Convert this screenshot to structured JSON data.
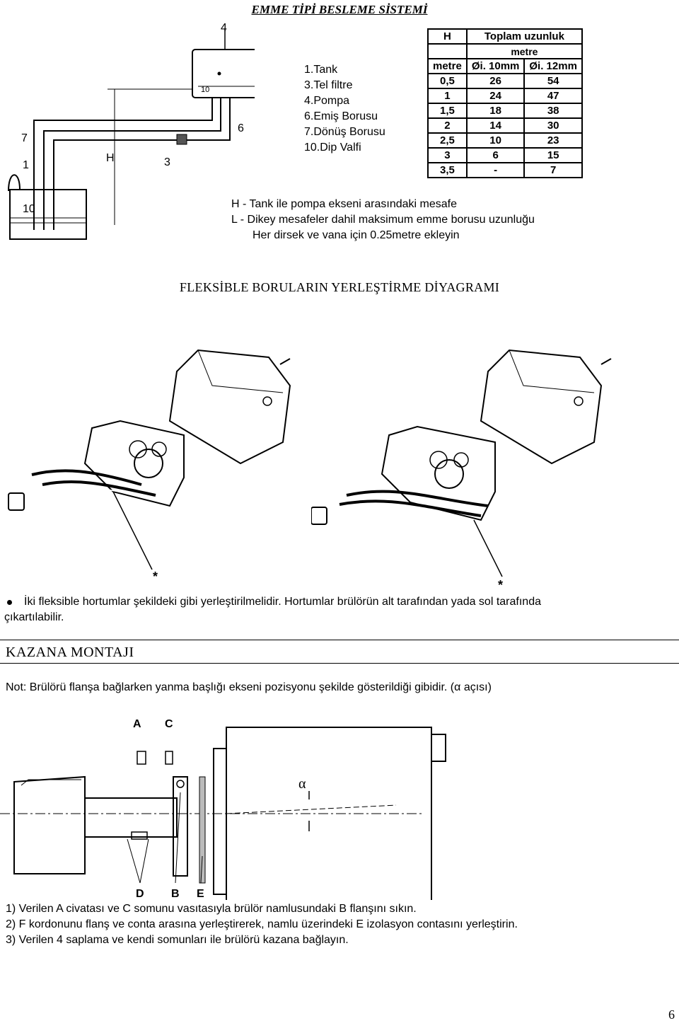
{
  "title": "EMME TİPİ BESLEME SİSTEMİ",
  "legend": [
    "1.Tank",
    "3.Tel filtre",
    "4.Pompa",
    "6.Emiş Borusu",
    "7.Dönüş Borusu",
    "10.Dip Valfi"
  ],
  "table": {
    "h_label": "H",
    "h_unit": "metre",
    "total_label": "Toplam uzunluk",
    "total_unit": "metre",
    "col1": "Øi. 10mm",
    "col2": "Øi. 12mm",
    "rows": [
      [
        "0,5",
        "26",
        "54"
      ],
      [
        "1",
        "24",
        "47"
      ],
      [
        "1,5",
        "18",
        "38"
      ],
      [
        "2",
        "14",
        "30"
      ],
      [
        "2,5",
        "10",
        "23"
      ],
      [
        "3",
        "6",
        "15"
      ],
      [
        "3,5",
        "-",
        "7"
      ]
    ]
  },
  "diagram1_labels": {
    "n4": "4",
    "n7": "7",
    "n6": "6",
    "n3": "3",
    "n1": "1",
    "n10": "10",
    "h": "H",
    "n10b": "10"
  },
  "notes": [
    "H - Tank ile pompa ekseni arasındaki mesafe",
    "L - Dikey mesafeler dahil maksimum emme borusu uzunluğu",
    "Her dirsek ve vana için 0.25metre ekleyin"
  ],
  "section_flex": "FLEKSİBLE BORULARIN YERLEŞTİRME DİYAGRAMI",
  "star": "*",
  "bullet": {
    "line1": "İki fleksible hortumlar şekildeki gibi yerleştirilmelidir. Hortumlar brülörün alt tarafından yada sol tarafında",
    "line2": "çıkartılabilir."
  },
  "section_kazana": "KAZANA MONTAJI",
  "not": "Not: Brülörü flanşa bağlarken yanma başlığı ekseni pozisyonu şekilde gösterildiği gibidir. (α açısı)",
  "mount_labels": {
    "a": "A",
    "c": "C",
    "d": "D",
    "b": "B",
    "e": "E",
    "alpha": "α"
  },
  "steps": [
    "1) Verilen A civatası ve C somunu vasıtasıyla brülör namlusundaki B flanşını sıkın.",
    "2) F kordonunu flanş ve conta arasına yerleştirerek, namlu üzerindeki E izolasyon contasını  yerleştirin.",
    "3) Verilen 4 saplama ve kendi somunları ile brülörü kazana bağlayın."
  ],
  "page_number": "6"
}
